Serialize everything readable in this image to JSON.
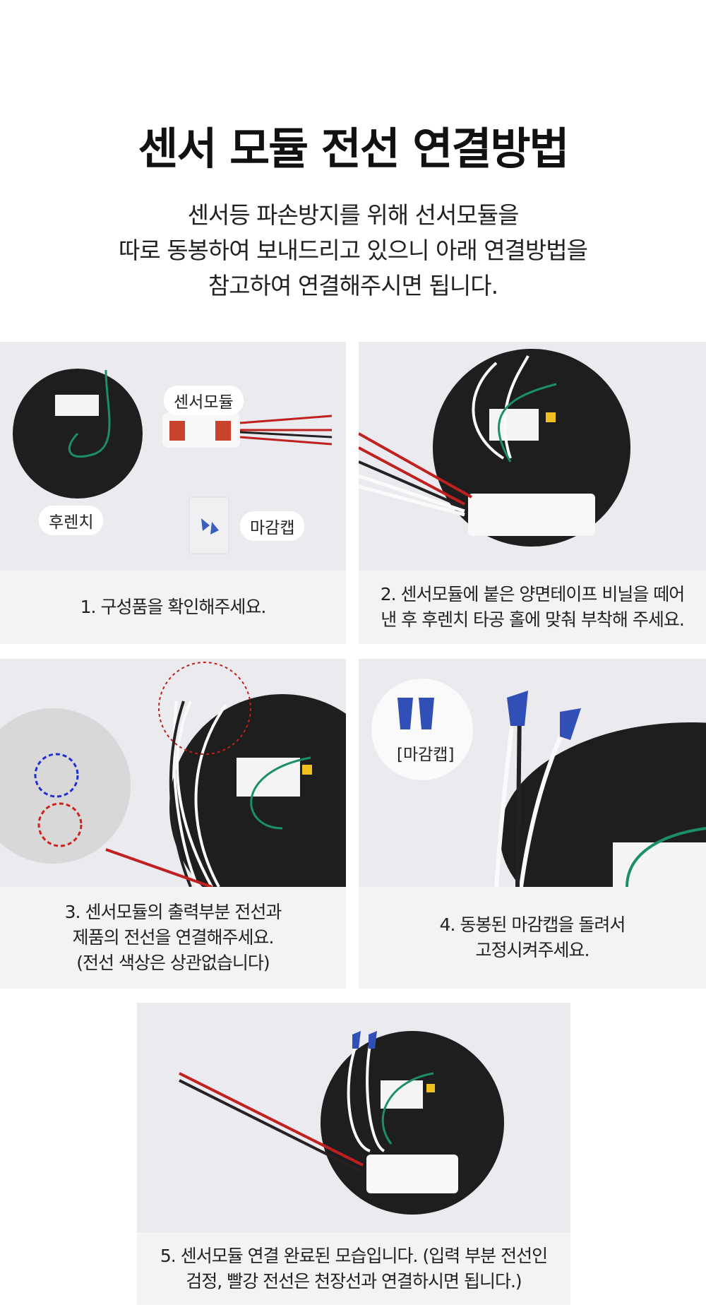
{
  "title": "센서 모듈 전선 연결방법",
  "subtitle": [
    "센서등 파손방지를 위해 선서모듈을",
    "따로 동봉하여 보내드리고 있으니 아래 연결방법을",
    "참고하여 연결해주시면 됩니다."
  ],
  "steps": [
    {
      "caption": [
        "1. 구성품을 확인해주세요."
      ],
      "labels": {
        "sensor": "센서모듈",
        "bracket": "후렌치",
        "cap": "마감캡"
      }
    },
    {
      "caption": [
        "2. 센서모듈에 붙은 양면테이프 비닐을 떼어",
        "낸 후 후렌치 타공 홀에 맞춰 부착해 주세요."
      ]
    },
    {
      "caption": [
        "3. 센서모듈의 출력부분 전선과",
        "제품의 전선을 연결해주세요.",
        "(전선 색상은 상관없습니다)"
      ]
    },
    {
      "caption": [
        "4. 동봉된 마감캡을 돌려서",
        "고정시켜주세요."
      ],
      "labels": {
        "cap": "[마감캡]"
      }
    },
    {
      "caption": [
        "5. 센서모듈 연결 완료된 모습입니다. (입력 부분 전선인",
        "검정, 빨강 전선은 천장선과 연결하시면 됩니다.)"
      ]
    }
  ]
}
